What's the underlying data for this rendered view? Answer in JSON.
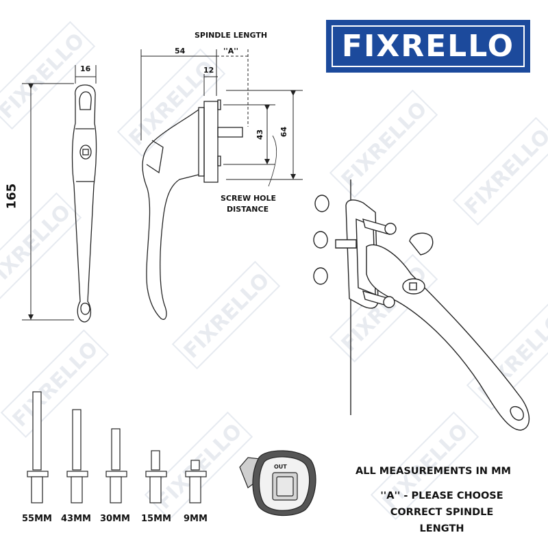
{
  "brand": {
    "logo_text": "FIXRELLO",
    "watermark_text": "FIXRELLO",
    "logo_color": "#1c4a9c"
  },
  "front_view": {
    "width_label": "16",
    "height_label": "165"
  },
  "side_view": {
    "spindle_length_title": "SPINDLE LENGTH",
    "depth_label": "54",
    "base_label": "12",
    "a_label": "''A''",
    "screw_spacing_label": "43",
    "base_height_label": "64",
    "screw_hole_line1": "SCREW HOLE",
    "screw_hole_line2": "DISTANCE"
  },
  "spindles": [
    {
      "label": "55MM",
      "length_mm": 55
    },
    {
      "label": "43MM",
      "length_mm": 43
    },
    {
      "label": "30MM",
      "length_mm": 30
    },
    {
      "label": "15MM",
      "length_mm": 15
    },
    {
      "label": "9MM",
      "length_mm": 9
    }
  ],
  "cylinder_label": "OUT",
  "notes": {
    "measurements": "ALL MEASUREMENTS IN MM",
    "choose_line1": "''A'' - PLEASE CHOOSE",
    "choose_line2": "CORRECT SPINDLE",
    "choose_line3": "LENGTH"
  }
}
